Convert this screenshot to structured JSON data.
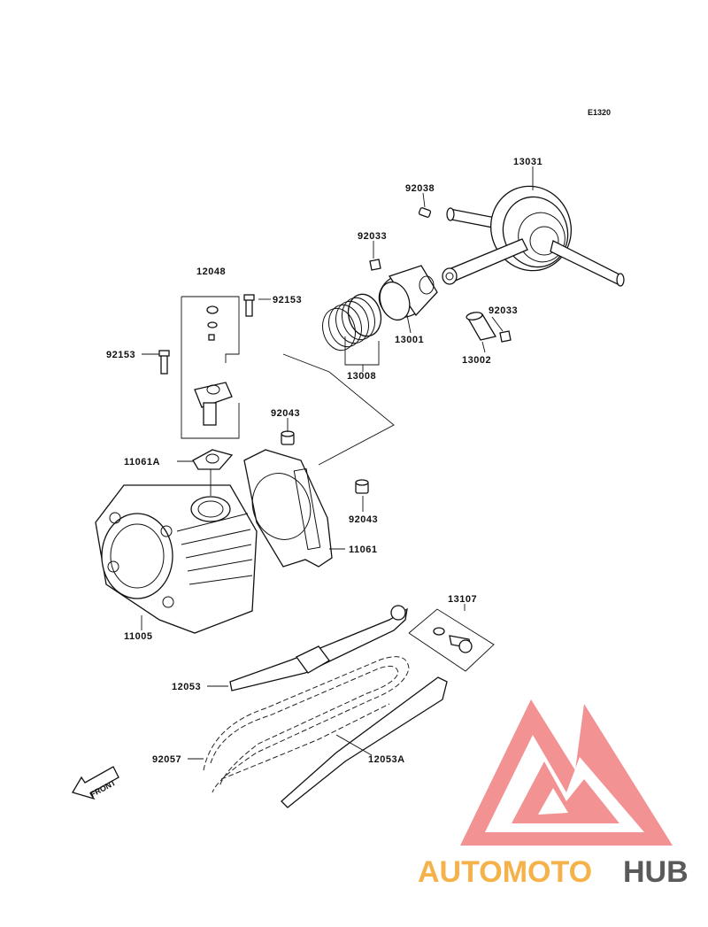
{
  "diagram": {
    "code": "E1320",
    "labels": {
      "p13031": "13031",
      "p92038": "92038",
      "p92033a": "92033",
      "p12048": "12048",
      "p92153a": "92153",
      "p92153b": "92153",
      "p13001": "13001",
      "p92033b": "92033",
      "p13002": "13002",
      "p13008": "13008",
      "p92043a": "92043",
      "p11061a": "11061A",
      "p92043b": "92043",
      "p11061": "11061",
      "p11005": "11005",
      "p13107": "13107",
      "p12053": "12053",
      "p92057": "92057",
      "p12053a": "12053A"
    },
    "front_arrow": "FRONT"
  },
  "watermark": {
    "part1": "AUTOMOTO",
    "part2": "HUB",
    "color_part1": "#f5b24a",
    "color_part2": "#d9473f",
    "color_part3": "#5a5a5a",
    "logo_color": "#f08080"
  }
}
